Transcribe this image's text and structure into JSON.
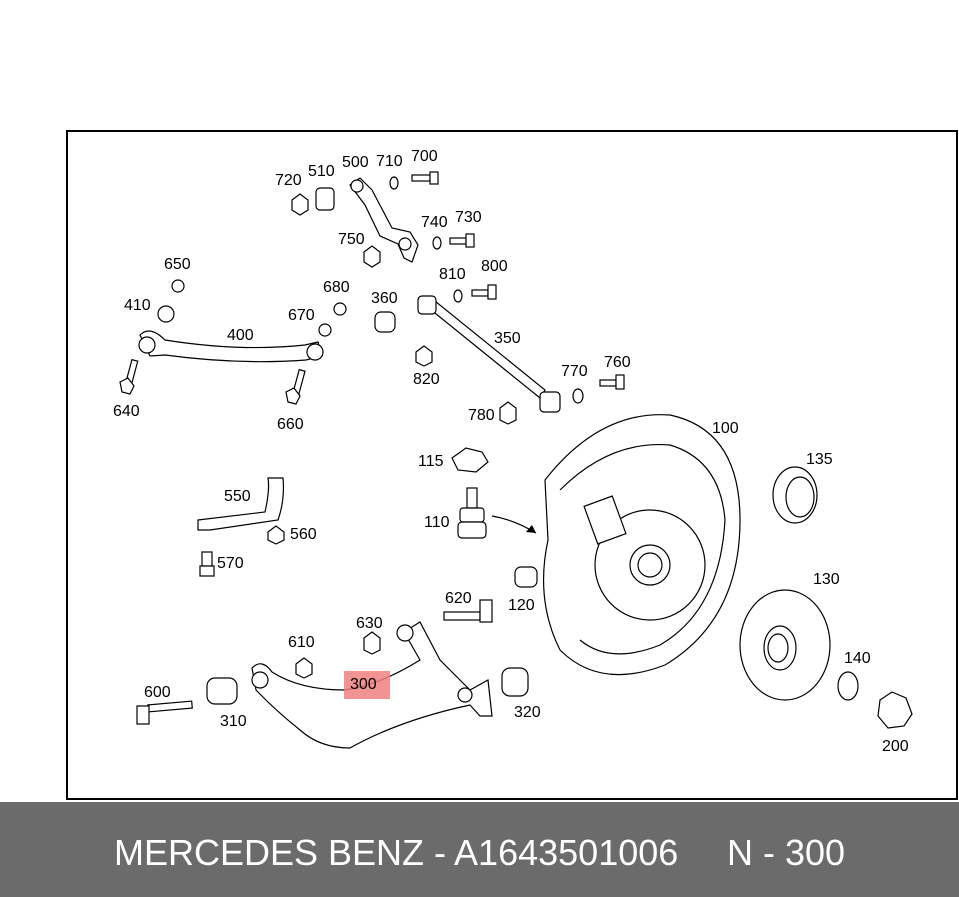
{
  "footer": {
    "part_text": "MERCEDES BENZ - A1643501006",
    "ref_text": "N - 300"
  },
  "highlight": {
    "label": "300",
    "color": "#f08080"
  },
  "labels": {
    "l720": "720",
    "l510": "510",
    "l500": "500",
    "l710": "710",
    "l700": "700",
    "l740": "740",
    "l730": "730",
    "l750": "750",
    "l650": "650",
    "l680": "680",
    "l360": "360",
    "l810": "810",
    "l800": "800",
    "l410": "410",
    "l670": "670",
    "l400": "400",
    "l350": "350",
    "l820": "820",
    "l770": "770",
    "l760": "760",
    "l640": "640",
    "l660": "660",
    "l780": "780",
    "l100": "100",
    "l115": "115",
    "l135": "135",
    "l550": "550",
    "l560": "560",
    "l110": "110",
    "l570": "570",
    "l130": "130",
    "l120": "120",
    "l620": "620",
    "l630": "630",
    "l610": "610",
    "l140": "140",
    "l600": "600",
    "l310": "310",
    "l320": "320",
    "l200": "200"
  }
}
